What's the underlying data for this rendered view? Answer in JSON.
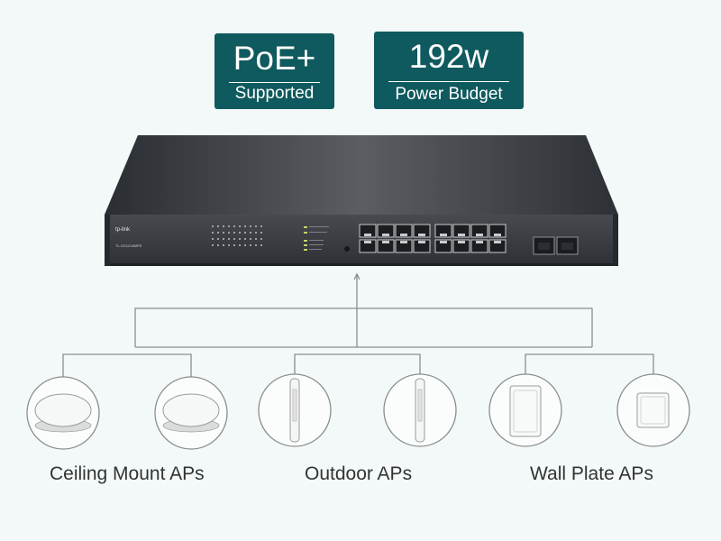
{
  "badges": {
    "poe": {
      "title": "PoE+",
      "subtitle": "Supported"
    },
    "budget": {
      "title": "192w",
      "subtitle": "Power Budget"
    }
  },
  "switch": {
    "brand": "tp-link",
    "model": "TL-SG1218MPE",
    "port_count": 16,
    "sfp_count": 2,
    "colors": {
      "body": "#2f3237",
      "front": "#3a3d42"
    }
  },
  "groups": [
    {
      "label": "Ceiling Mount APs"
    },
    {
      "label": "Outdoor APs"
    },
    {
      "label": "Wall Plate APs"
    }
  ],
  "colors": {
    "badge": "#0f5a5e",
    "line": "#8a8e90",
    "background": "#f3f8f8"
  }
}
